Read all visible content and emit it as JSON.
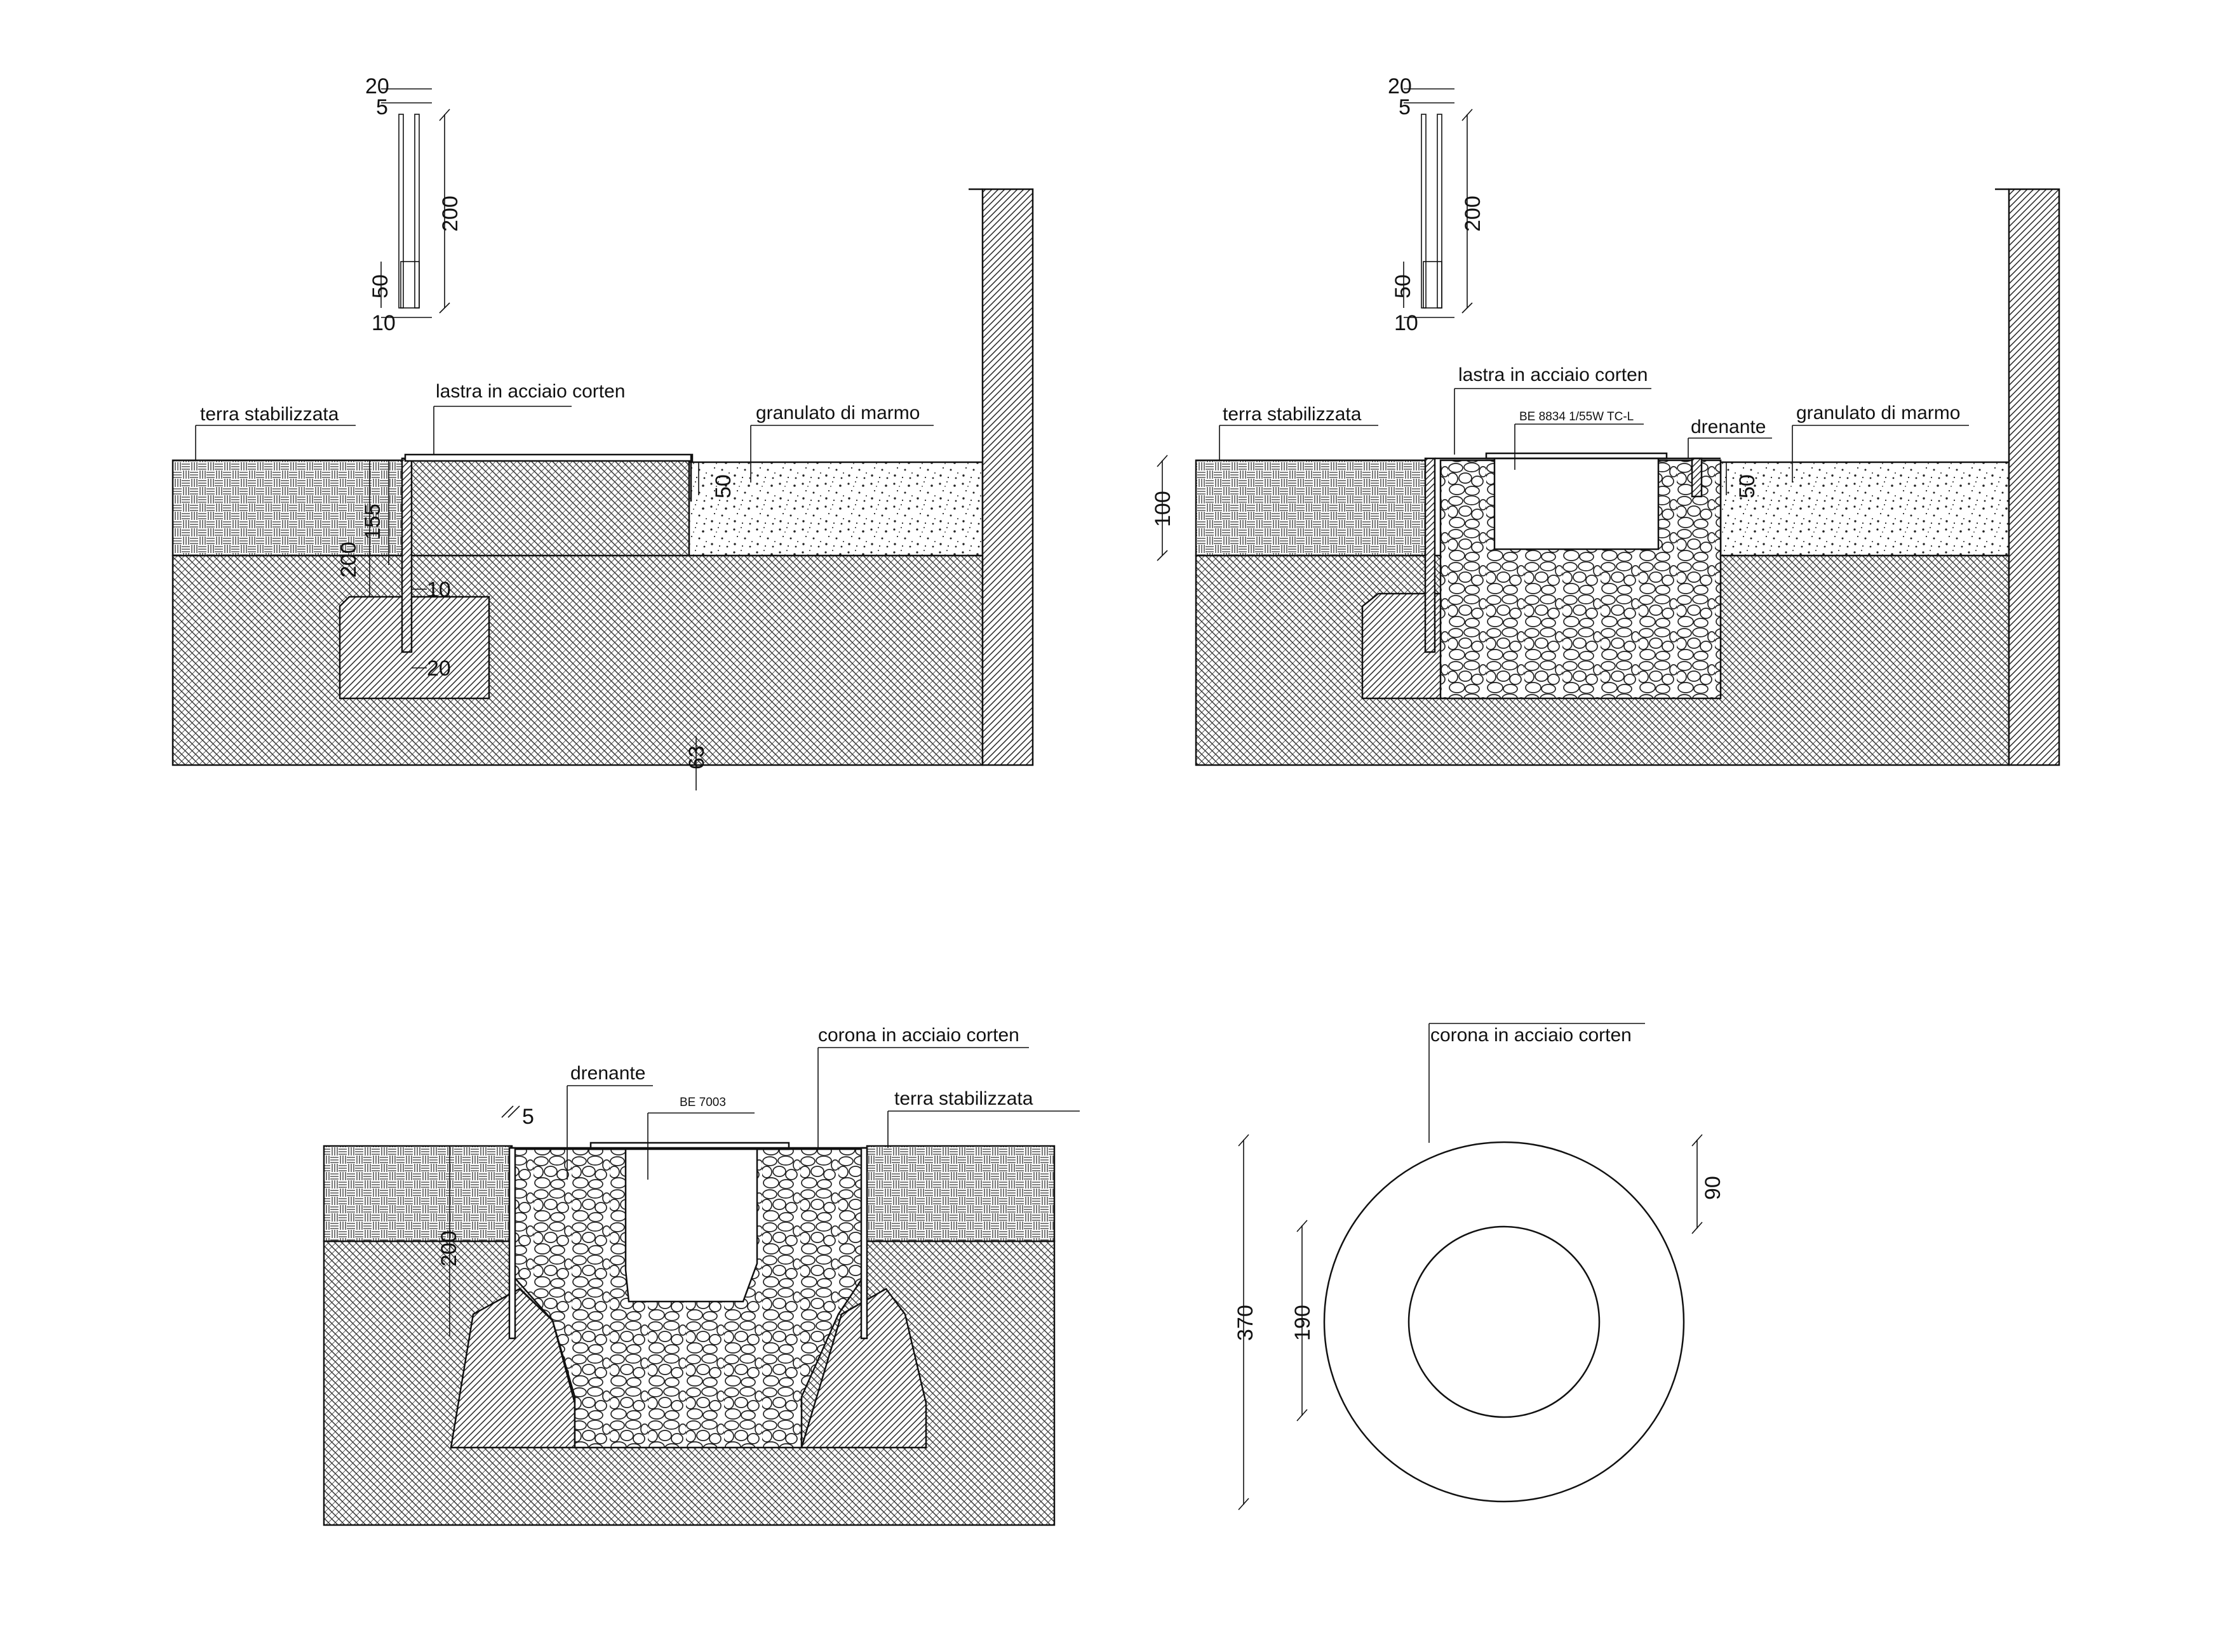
{
  "colors": {
    "ink": "#111111",
    "paper": "#ffffff"
  },
  "detail_top_left": {
    "labels": {
      "terra": "terra stabilizzata",
      "lastra": "lastra in acciaio corten",
      "granulato": "granulato di marmo"
    },
    "dims": {
      "plate_top": "20",
      "plate_inner": "5",
      "plate_height": "200",
      "plate_bottom_band": "50",
      "plate_base": "10",
      "gravel_depth": "50",
      "embed_total": "200",
      "embed_part": "155",
      "offset": "10",
      "footing": "20",
      "bottom": "63"
    }
  },
  "detail_top_right": {
    "labels": {
      "terra": "terra stabilizzata",
      "lastra": "lastra in acciaio corten",
      "fixture": "BE 8834 1/55W TC-L",
      "drenante": "drenante",
      "granulato": "granulato di marmo"
    },
    "dims": {
      "plate_top": "20",
      "plate_inner": "5",
      "plate_height": "200",
      "plate_bottom_band": "50",
      "plate_base": "10",
      "gravel_depth": "50",
      "soil_depth": "100"
    }
  },
  "detail_bottom_left": {
    "labels": {
      "drenante": "drenante",
      "fixture": "BE 7003",
      "corona": "corona in acciaio corten",
      "terra": "terra stabilizzata"
    },
    "dims": {
      "thickness": "5",
      "depth": "200"
    }
  },
  "detail_bottom_right": {
    "labels": {
      "corona": "corona in acciaio corten"
    },
    "dims": {
      "outer": "370",
      "inner": "190",
      "ring": "90"
    }
  }
}
